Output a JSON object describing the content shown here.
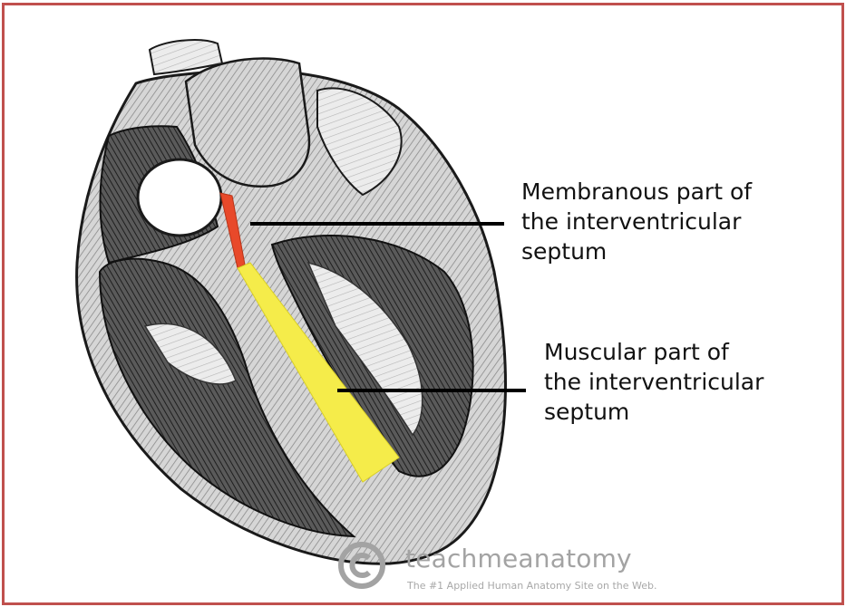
{
  "labels": {
    "membranous": [
      "Membranous part of",
      "the interventricular",
      "septum"
    ],
    "muscular": [
      "Muscular part of",
      "the interventricular",
      "septum"
    ]
  },
  "watermark": {
    "name": "teachmeanatomy",
    "tagline": "The #1 Applied Human Anatomy Site on the Web."
  },
  "colors": {
    "border": "#c0504d",
    "membranous_highlight": "#e8492a",
    "muscular_highlight": "#f5ec4a",
    "ink": "#111111"
  }
}
